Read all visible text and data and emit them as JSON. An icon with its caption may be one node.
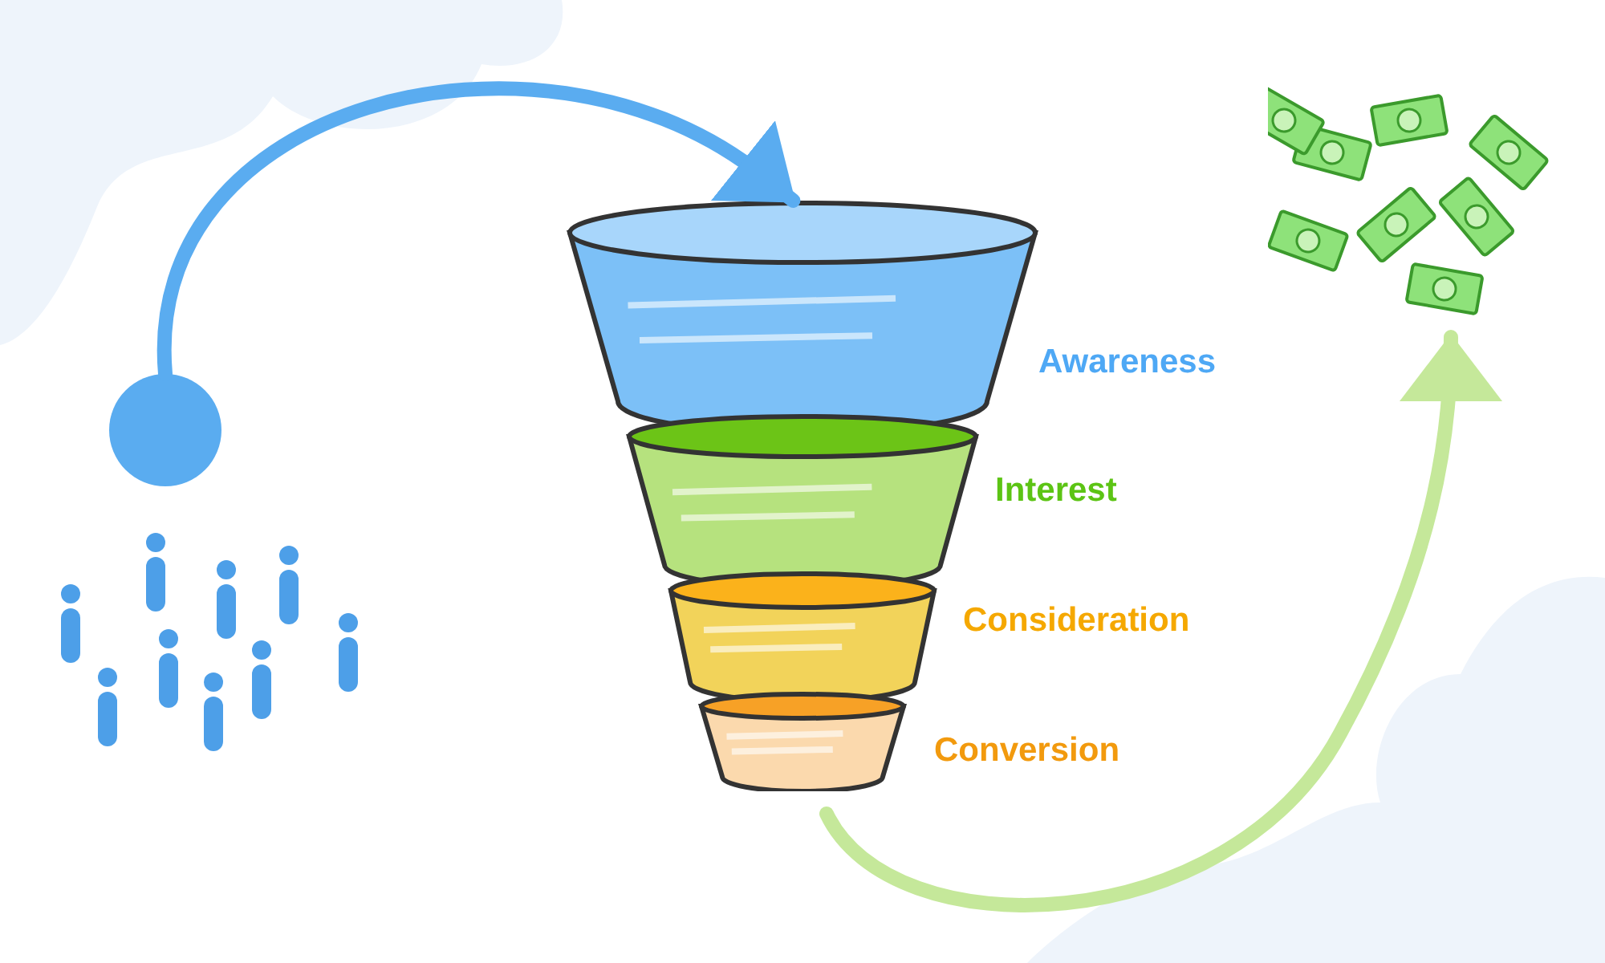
{
  "diagram": {
    "nodes": [
      {
        "text": [
          "Awareness"
        ]
      },
      {
        "text": [
          "Interest"
        ]
      },
      {
        "text": [
          "Consideration"
        ]
      },
      {
        "text": [
          "Conversion"
        ]
      },
      {
        "text": [],
        "shape": "circle"
      },
      {
        "text": [],
        "shape": "picture"
      }
    ],
    "edges": [
      {
        "from": 4,
        "to": 0,
        "arrow": "to",
        "color": "#5aacf0"
      },
      {
        "from": 3,
        "to": 5,
        "arrow": "to",
        "color": "#c5e89a"
      }
    ]
  }
}
